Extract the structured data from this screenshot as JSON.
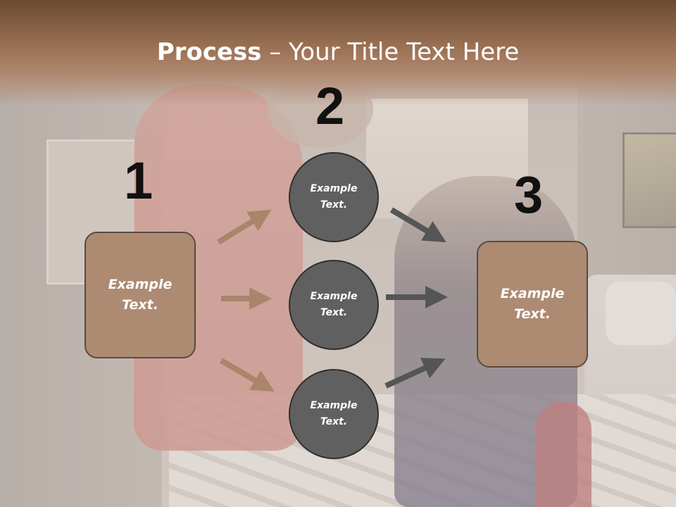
{
  "slide": {
    "title_bold": "Process",
    "title_rest": " – Your Title Text Here"
  },
  "steps": {
    "one": "1",
    "two": "2",
    "three": "3"
  },
  "nodes": {
    "left_box": [
      "Example",
      "Text."
    ],
    "circle_top": [
      "Example",
      "Text."
    ],
    "circle_mid": [
      "Example",
      "Text."
    ],
    "circle_bot": [
      "Example",
      "Text."
    ],
    "right_box": [
      "Example",
      "Text."
    ]
  },
  "colors": {
    "banner": "#9a7154",
    "box_fill": "#ad8a72",
    "circle_fill": "#606060",
    "arrow_left": "#a9856b",
    "arrow_right": "#555555"
  }
}
